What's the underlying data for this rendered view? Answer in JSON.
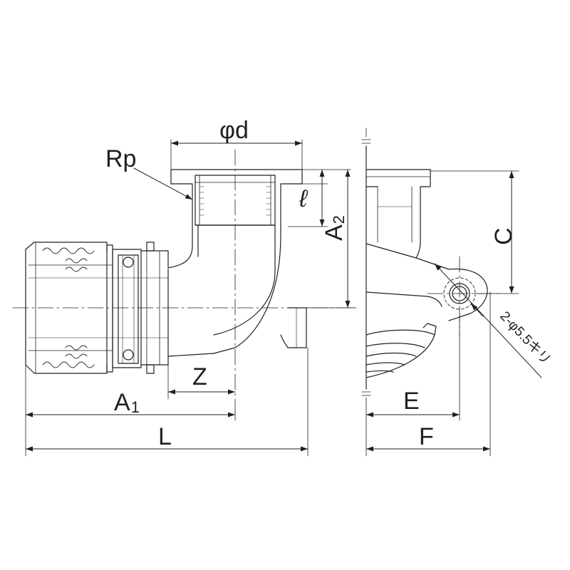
{
  "labels": {
    "phi_d": "φd",
    "rp": "Rp",
    "ell": "ℓ",
    "a2_main": "A",
    "a2_sub": "2",
    "c": "C",
    "z": "Z",
    "a1_main": "A",
    "a1_sub": "1",
    "l": "L",
    "e": "E",
    "f": "F",
    "hole_note": "2-φ5.5キリ"
  },
  "colors": {
    "line": "#231f20",
    "background": "#ffffff"
  }
}
